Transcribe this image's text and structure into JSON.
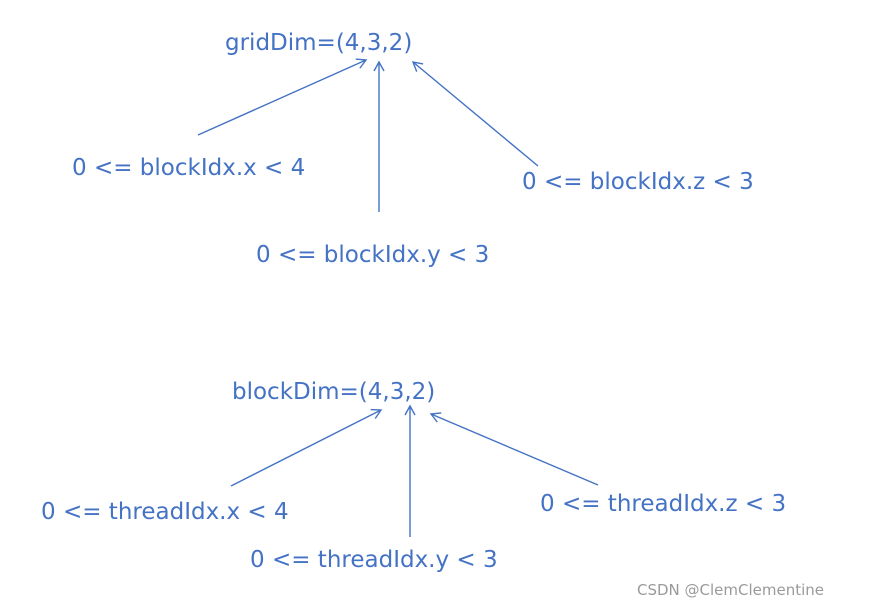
{
  "colors": {
    "text": "#4472c4",
    "arrow": "#4472c4",
    "watermark": "#9a9a9a",
    "background": "#ffffff"
  },
  "grid": {
    "title": "gridDim=(4,3,2)",
    "x_range": "0 <= blockIdx.x < 4",
    "y_range": "0 <= blockIdx.y < 3",
    "z_range": "0 <= blockIdx.z < 3"
  },
  "block": {
    "title": "blockDim=(4,3,2)",
    "x_range": "0 <= threadIdx.x < 4",
    "y_range": "0 <= threadIdx.y < 3",
    "z_range": "0 <= threadIdx.z < 3"
  },
  "watermark": "CSDN @ClemClementine"
}
